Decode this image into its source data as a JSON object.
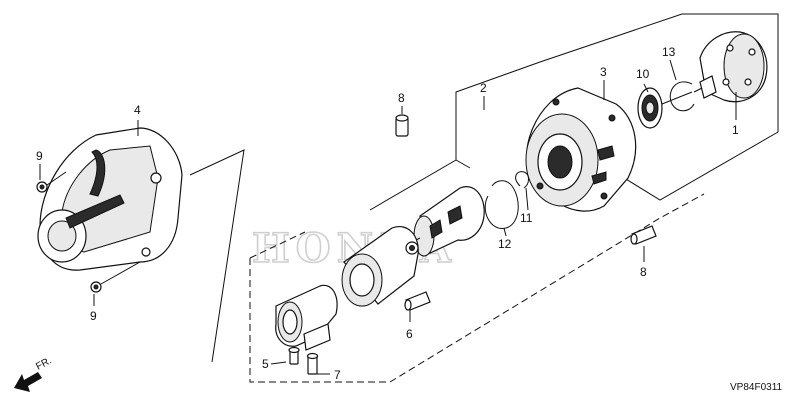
{
  "watermark": "HONDA",
  "diagram_code": "VP84F0311",
  "front_label": "FR.",
  "callouts": {
    "c1": "1",
    "c2": "2",
    "c3": "3",
    "c4": "4",
    "c5": "5",
    "c6": "6",
    "c7": "7",
    "c8a": "8",
    "c8b": "8",
    "c9a": "9",
    "c9b": "9",
    "c10": "10",
    "c11": "11",
    "c12": "12",
    "c13": "13"
  }
}
